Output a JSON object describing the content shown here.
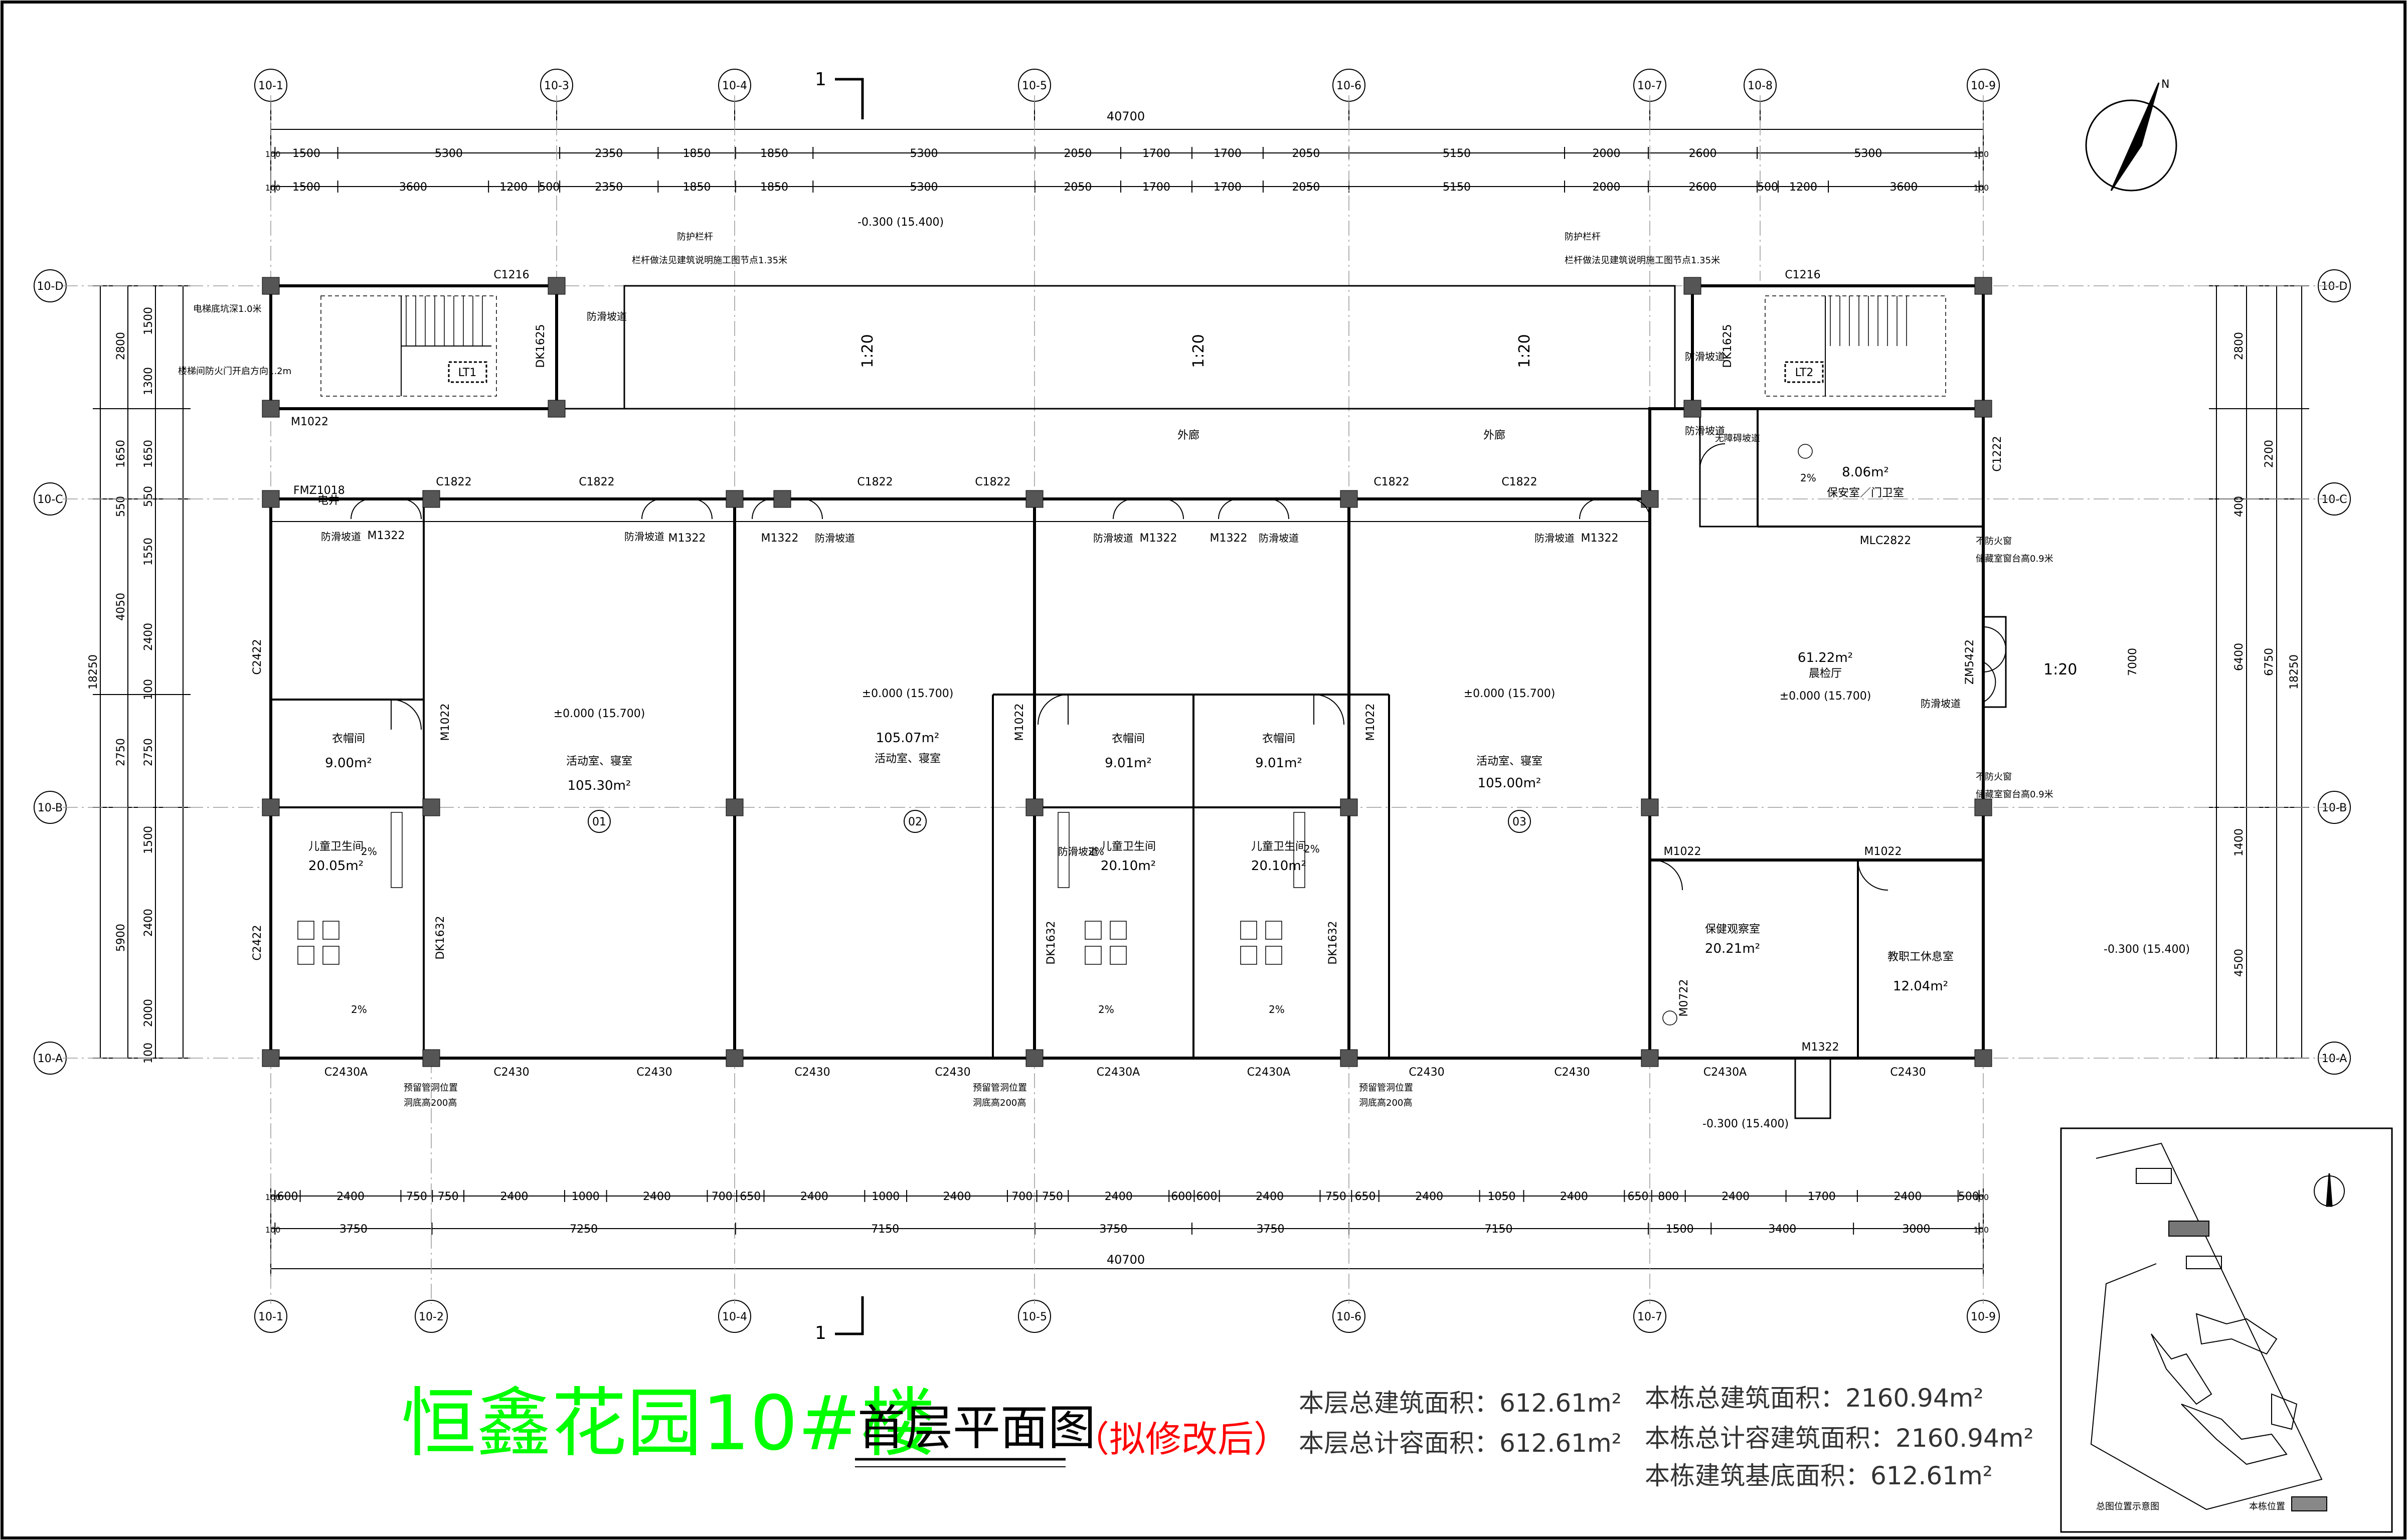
{
  "axes_top": [
    "10-1",
    "10-3",
    "10-4",
    "10-5",
    "10-6",
    "10-7",
    "10-8",
    "10-9"
  ],
  "axes_bottom": [
    "10-1",
    "10-2",
    "10-4",
    "10-5",
    "10-6",
    "10-7",
    "10-9"
  ],
  "axes_side": [
    "10-D",
    "10-C",
    "10-B",
    "10-A"
  ],
  "total_width_dim": "40700",
  "top_dims_row1": [
    "100",
    "1500",
    "5300",
    "2350",
    "1850",
    "1850",
    "5300",
    "2050",
    "1700",
    "1700",
    "2050",
    "5150",
    "2000",
    "2600",
    "5300",
    "100"
  ],
  "top_dims_row2": [
    "100",
    "1500",
    "3600",
    "1200",
    "500",
    "2350",
    "1850",
    "1850",
    "5300",
    "2050",
    "1700",
    "1700",
    "2050",
    "5150",
    "2000",
    "2600",
    "500",
    "1200",
    "3600",
    "100"
  ],
  "bottom_dims_row1": [
    "100",
    "600",
    "2400",
    "750",
    "750",
    "2400",
    "1000",
    "2400",
    "700",
    "650",
    "2400",
    "1000",
    "2400",
    "700",
    "750",
    "2400",
    "600",
    "600",
    "2400",
    "750",
    "650",
    "2400",
    "1050",
    "2400",
    "650",
    "800",
    "2400",
    "1700",
    "2400",
    "500",
    "100"
  ],
  "bottom_dims_row2": [
    "100",
    "3750",
    "7250",
    "7150",
    "3750",
    "3750",
    "7150",
    "1500",
    "3400",
    "3000",
    "100"
  ],
  "left_dims": [
    "2800",
    "1650",
    "550",
    "4050",
    "2750",
    "5900",
    "18250"
  ],
  "left_dims_inner": [
    "1500",
    "1300",
    "1650",
    "550",
    "1550",
    "2400",
    "100",
    "2750",
    "1500",
    "2400",
    "2000",
    "100"
  ],
  "right_dims": [
    "2800",
    "2200",
    "400",
    "7000",
    "6750",
    "6400",
    "1400",
    "4500",
    "18250"
  ],
  "section_mark": "1",
  "level_labels": {
    "top": "-0.300 (15.400)",
    "right": "-0.300 (15.400)",
    "bottom": "-0.300 (15.400)",
    "room01": "±0.000 (15.700)",
    "room02": "±0.000 (15.700)",
    "room03": "±0.000 (15.700)",
    "hall": "±0.000 (15.700)"
  },
  "rooms": [
    {
      "num": "01",
      "name": "活动室、寝室",
      "area": "105.30m²"
    },
    {
      "num": "02",
      "name": "活动室、寝室",
      "area": "105.07m²"
    },
    {
      "num": "03",
      "name": "活动室、寝室",
      "area": "105.00m²"
    }
  ],
  "small_rooms": {
    "cloak1": {
      "name": "衣帽间",
      "area": "9.00m²"
    },
    "cloak2": {
      "name": "衣帽间",
      "area": "9.01m²"
    },
    "cloak3": {
      "name": "衣帽间",
      "area": "9.01m²"
    },
    "wc1": {
      "name": "儿童卫生间",
      "area": "20.05m²"
    },
    "wc2": {
      "name": "儿童卫生间",
      "area": "20.10m²"
    },
    "wc3": {
      "name": "儿童卫生间",
      "area": "20.10m²"
    },
    "guard": {
      "name": "保安室／门卫室",
      "area": "8.06m²"
    },
    "hall": {
      "name": "晨检厅",
      "area": "61.22m²"
    },
    "health": {
      "name": "保健观察室",
      "area": "20.21m²"
    },
    "staff": {
      "name": "教职工休息室",
      "area": "12.04m²"
    },
    "corridor": "外廊",
    "elec": "电井"
  },
  "door_tags": {
    "c1216": "C1216",
    "dk1625": "DK1625",
    "m1022": "M1022",
    "fmz": "FMZ1018",
    "c1822": "C1822",
    "m1322": "M1322",
    "c2422": "C2422",
    "c2430": "C2430",
    "c2430a": "C2430A",
    "dk1632": "DK1632",
    "mlc2822": "MLC2822",
    "zm5422": "ZM5422",
    "c1222": "C1222",
    "m0722": "M0722"
  },
  "notes": {
    "rail": "防护栏杆",
    "rail_detail": "栏杆做法见建筑说明施工图节点1.35米",
    "anti_slip": "防滑坡道",
    "floor_drain": "地漏",
    "slope": "2%",
    "window_note": "储藏室窗台高0.9米",
    "ramp": "无障碍坡道",
    "not_fire": "不防火窗",
    "elec_note": "电梯底坑深1.0米",
    "door_note": "楼梯间防火门开启方向1.2m",
    "hole": "预留管洞位置",
    "hole2": "洞底高200高",
    "ratio": "1:20",
    "stair1": "LT1",
    "stair2": "LT2"
  },
  "title": {
    "project": "恒鑫花园10#楼",
    "drawing": "首层平面图",
    "status": "（拟修改后）"
  },
  "areas": {
    "floor_gross": "本层总建筑面积：612.61m²",
    "floor_far": "本层总计容面积：612.61m²",
    "bldg_gross": "本栋总建筑面积：2160.94m²",
    "bldg_far": "本栋总计容建筑面积：2160.94m²",
    "bldg_base": "本栋建筑基底面积：612.61m²"
  },
  "keyplan": {
    "caption": "总图位置示意图",
    "legend": "本栋位置"
  },
  "colors": {
    "line": "#000000",
    "title_green": "#00ff00",
    "dim_gray": "#333333"
  }
}
